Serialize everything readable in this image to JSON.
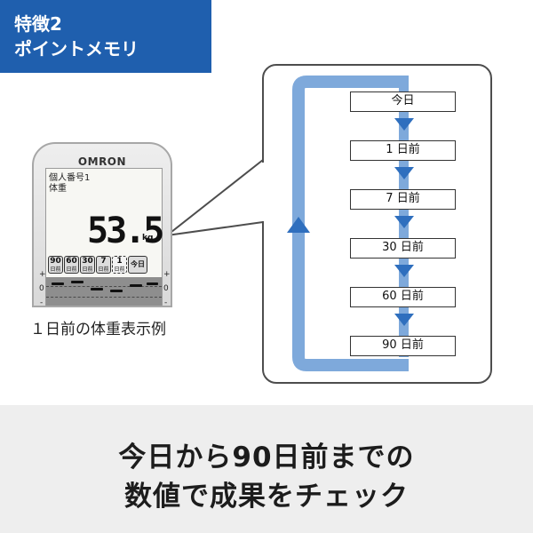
{
  "feature": {
    "line1": "特徴2",
    "line2": "ポイントメモリ"
  },
  "device": {
    "brand": "OMRON",
    "id_label": "個人番号1",
    "mode_label": "体重",
    "weight": "53.5",
    "unit": "kg",
    "keys": [
      {
        "value": "90",
        "sub": "日前"
      },
      {
        "value": "60",
        "sub": "日前"
      },
      {
        "value": "30",
        "sub": "日前"
      },
      {
        "value": "7",
        "sub": "日前"
      },
      {
        "value": "1",
        "sub": "日前"
      },
      {
        "value": "今日",
        "sub": ""
      }
    ],
    "plus_mark": "+",
    "zero_mark": "0",
    "minus_mark": "-"
  },
  "caption": "１日前の体重表示例",
  "memory_list": [
    "今日",
    "1 日前",
    "7 日前",
    "30 日前",
    "60 日前",
    "90 日前"
  ],
  "colors": {
    "badge": "#1f5fae",
    "arrow": "#2f6fbe",
    "loop": "#7ea9db"
  },
  "bottom": {
    "line1": "今日から90日前までの",
    "line2": "数値で成果をチェック"
  }
}
